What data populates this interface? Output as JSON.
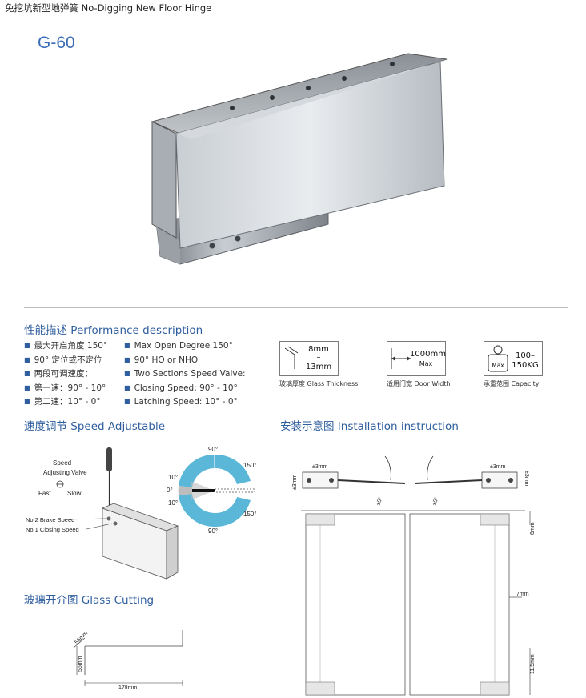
{
  "header": {
    "caption": "免挖坑新型地弹簧 No-Digging New Floor Hinge",
    "model": "G-60"
  },
  "performance": {
    "title": "性能描述 Performance description",
    "cn_items": [
      "最大开启角度 150°",
      "90° 定位或不定位",
      "两段可调速度：",
      "第一速：90° - 10°",
      "第二速：10° - 0°"
    ],
    "en_items": [
      "Max Open Degree  150°",
      "90°   HO or NHO",
      "Two Sections Speed Valve:",
      "Closing Speed: 90° - 10°",
      "Latching Speed: 10° - 0°"
    ],
    "specs": [
      {
        "value_top": "8mm",
        "value_mid": "–",
        "value_bottom": "13mm",
        "caption": "玻璃厚度 Glass Thickness",
        "icon": "glass-thickness-icon"
      },
      {
        "value_top": "1000mm",
        "value_bottom": "Max",
        "caption": "适用门宽 Door Width",
        "icon": "door-width-icon"
      },
      {
        "value_top": "100–",
        "value_bottom": "150KG",
        "badge": "Max",
        "caption": "承重范围 Capacity",
        "icon": "weight-icon"
      }
    ]
  },
  "speed": {
    "title": "速度调节 Speed Adjustable",
    "valve_label_1": "Speed",
    "valve_label_2": "Adjusting Valve",
    "fast": "Fast",
    "slow": "Slow",
    "brake": "No.2 Brake Speed",
    "closing": "No.1 Closing Speed",
    "angles": {
      "top90": "90°",
      "top150": "150°",
      "up10": "10°",
      "zero": "0°",
      "down10": "10°",
      "bot150": "150°",
      "bot90": "90°"
    }
  },
  "installation": {
    "title": "安装示意图  Installation instruction",
    "dims": {
      "pm3_left": "±3mm",
      "pm3_right": "±3mm",
      "pm3_vleft": "±3mm",
      "pm3_vright": "±3mm",
      "d6": "6mm",
      "d7": "7mm",
      "d115": "11.5mm",
      "ang_l": "±5°",
      "ang_r": "±5°"
    }
  },
  "glass_cutting": {
    "title": "玻璃开介图 Glass Cutting",
    "d56a": "56mm",
    "d56b": "56mm",
    "d178": "178mm"
  },
  "colors": {
    "accent": "#2f5e9e",
    "model": "#3a6db5",
    "teal": "#5bb7d8"
  }
}
